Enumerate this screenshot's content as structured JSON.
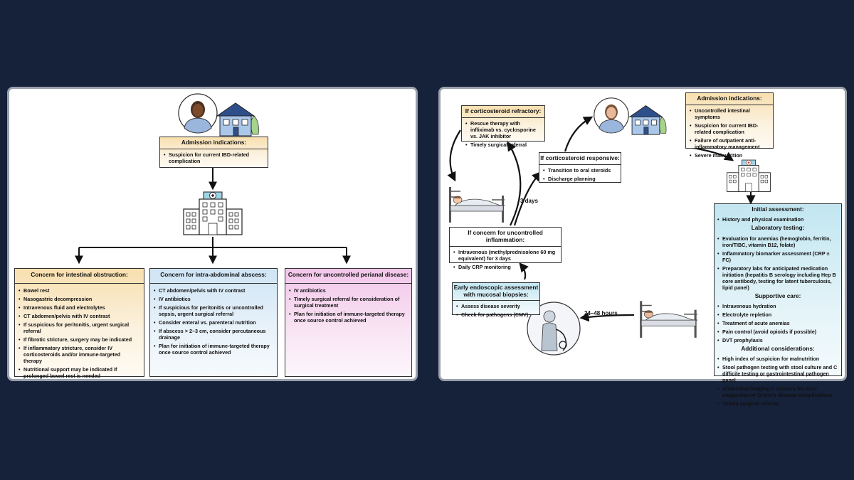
{
  "left": {
    "admission": {
      "title": "Admission indications:",
      "items": [
        "Suspicion for current IBD-related complication"
      ]
    },
    "obstruction": {
      "title": "Concern for intestinal obstruction:",
      "items": [
        "Bowel rest",
        "Nasogastric decompression",
        "Intravenous fluid and electrolytes",
        "CT abdomen/pelvis with IV contrast",
        "If suspicious for peritonitis, urgent surgical referral",
        "If fibrotic stricture, surgery may be indicated",
        "If inflammatory stricture, consider IV corticosteroids and/or immune-targeted therapy",
        "Nutritional support may be indicated if prolonged bowel rest is needed"
      ]
    },
    "abscess": {
      "title": "Concern for intra-abdominal abscess:",
      "items": [
        "CT abdomen/pelvis with IV contrast",
        "IV antibiotics",
        "If suspicious for peritonitis or uncontrolled sepsis, urgent surgical referral",
        "Consider enteral vs. parenteral nutrition",
        "If abscess > 2–3 cm, consider percutaneous drainage",
        "Plan for initiation of immune-targeted therapy once source control achieved"
      ]
    },
    "perianal": {
      "title": "Concern for uncontrolled perianal disease:",
      "items": [
        "IV antibiotics",
        "Timely surgical referral for consideration of surgical treatment",
        "Plan for initiation of immune-targeted therapy once source control achieved"
      ]
    }
  },
  "right": {
    "refractory": {
      "title": "If corticosteroid refractory:",
      "items": [
        "Rescue therapy with infliximab vs. cyclosporine vs. JAK inhibitor",
        "Timely surgical referral"
      ]
    },
    "responsive": {
      "title": "If corticosteroid responsive:",
      "items": [
        "Transition to oral steroids",
        "Discharge planning"
      ]
    },
    "admission": {
      "title": "Admission indications:",
      "items": [
        "Uncontrolled intestinal symptoms",
        "Suspicion for current IBD-related complication",
        "Failure of outpatient anti-inflammatory management",
        "Severe malnutrition"
      ]
    },
    "three_days": "3 days",
    "inflammation": {
      "title": "If concern for uncontrolled inflammation:",
      "items": [
        "Intravenous (methylprednisolone 60 mg equivalent) for 3 days",
        "Daily CRP monitoring"
      ]
    },
    "endoscopic": {
      "title": "Early endoscopic assessment with mucosal biopsies:",
      "items": [
        "Assess disease severity",
        "Check for pathogens (CMV)"
      ]
    },
    "hours": "24–48 hours",
    "assessment": {
      "initial_title": "Initial assessment:",
      "initial_items": [
        "History and physical examination"
      ],
      "lab_title": "Laboratory testing:",
      "lab_items": [
        "Evaluation for anemias (hemoglobin, ferritin, iron/TIBC, vitamin B12, folate)",
        "Inflammatory biomarker assessment (CRP ± FC)",
        "Preparatory labs for anticipated medication initiation (hepatitis B serology including Hep B core antibody, testing for latent tuberculosis, lipid panel)"
      ],
      "supportive_title": "Supportive care:",
      "supportive_items": [
        "Intravenous hydration",
        "Electrolyte repletion",
        "Treatment of acute anemias",
        "Pain control (avoid opioids if possible)",
        "DVT prophylaxis"
      ],
      "additional_title": "Additional considerations:",
      "additional_items": [
        "High index of suspicion for malnutrition",
        "Stool pathogen testing with stool culture and C difficile testing or gastrointestinal pathogen panel",
        "Abdominal imaging if concern for toxic megacolon or Crohn's disease complications",
        "Timely surgical referral"
      ]
    }
  },
  "icons": [
    "patient-icon",
    "house-icon",
    "hospital-icon",
    "hospital-bed-icon",
    "endoscopist-icon"
  ],
  "colors": {
    "background": "#16213a",
    "orange": "#f8dfae",
    "blue": "#cfe4f5",
    "pink": "#f2c6ea",
    "cyan": "#c2e6f1"
  }
}
